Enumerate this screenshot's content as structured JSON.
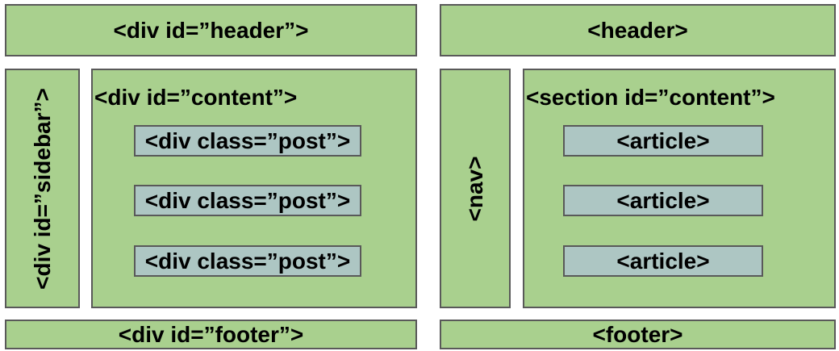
{
  "left": {
    "header": "<div id=”header”>",
    "sidebar": "<div id=”sidebar”>",
    "content": "<div id=”content”>",
    "posts": [
      "<div class=”post”>",
      "<div class=”post”>",
      "<div class=”post”>"
    ],
    "footer": "<div id=”footer”>"
  },
  "right": {
    "header": "<header>",
    "nav": "<nav>",
    "content": "<section id=”content”>",
    "articles": [
      "<article>",
      "<article>",
      "<article>"
    ],
    "footer": "<footer>"
  },
  "colors": {
    "container_fill": "#a9d08e",
    "item_fill": "#adc6c3",
    "border": "#595959"
  }
}
